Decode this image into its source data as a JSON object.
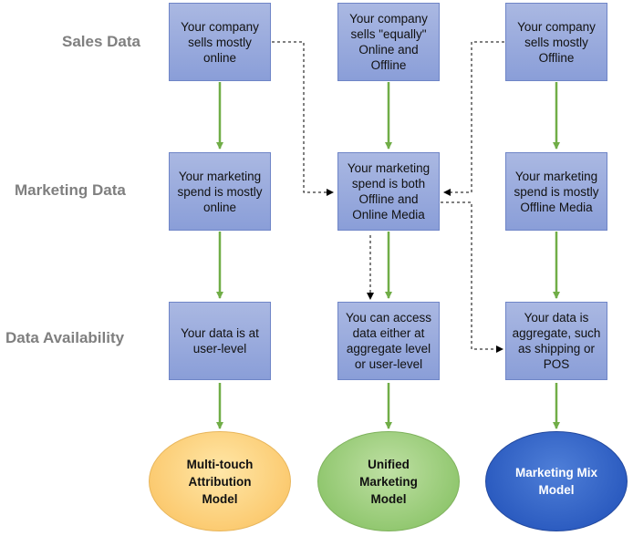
{
  "rows": {
    "sales": "Sales Data",
    "marketing": "Marketing Data",
    "availability": "Data Availability"
  },
  "boxes": {
    "sales_online": "Your company sells mostly online",
    "sales_equal": "Your company sells \"equally\" Online and Offline",
    "sales_offline": "Your company sells mostly Offline",
    "mkt_online": "Your marketing spend is mostly online",
    "mkt_both": "Your marketing spend is both Offline and Online Media",
    "mkt_offline": "Your marketing spend is mostly Offline Media",
    "data_user": "Your data is at user-level",
    "data_either": "You can access data either at aggregate level or user-level",
    "data_aggregate": "Your data is aggregate, such as shipping or POS"
  },
  "models": {
    "mta": "Multi-touch Attribution Model",
    "unified": "Unified Marketing Model",
    "mmm": "Marketing Mix Model"
  },
  "colors": {
    "box": "#8fa3da",
    "arrow_solid": "#70ad47",
    "arrow_dashed": "#000000",
    "mta": "#fbc96e",
    "unified": "#8fc66d",
    "mmm": "#2a5abf"
  }
}
